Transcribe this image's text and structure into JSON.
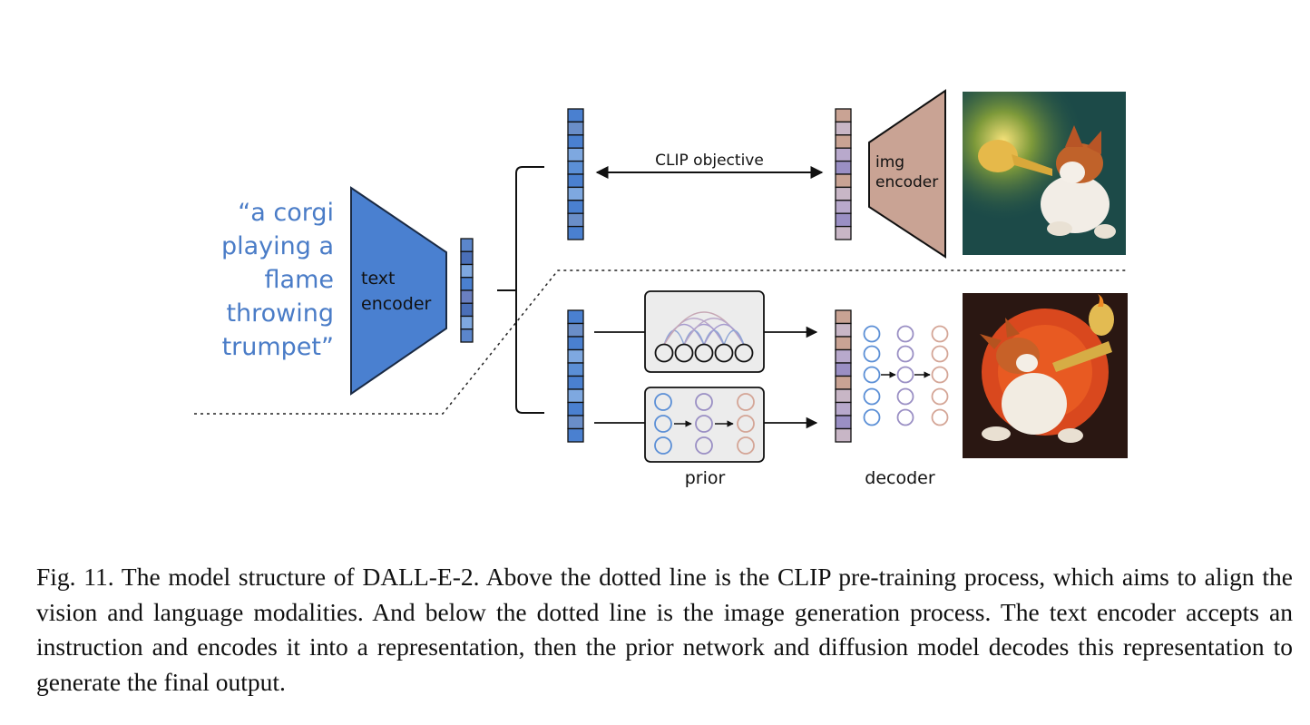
{
  "prompt_lines": [
    "“a corgi",
    "playing a",
    "flame",
    "throwing",
    "trumpet”"
  ],
  "text_encoder_label": [
    "text",
    "encoder"
  ],
  "img_encoder_label": [
    "img",
    "encoder"
  ],
  "clip_objective_label": "CLIP objective",
  "prior_label": "prior",
  "decoder_label": "decoder",
  "caption": "Fig. 11.  The model structure of DALL-E-2. Above the dotted line is the CLIP pre-training process, which aims to align the vision and language modalities. And below the dotted line is the image generation process. The text encoder accepts an instruction and encodes it into a representation, then the prior network and diffusion model decodes this representation to generate the final output.",
  "colors": {
    "text_blue": "#4a7cc7",
    "encoder_blue": "#4a80d0",
    "img_encoder_tan": "#c9a394",
    "node_blue": "#5b8fd6",
    "node_purple": "#9a8fc4",
    "node_tan": "#d4a596"
  }
}
